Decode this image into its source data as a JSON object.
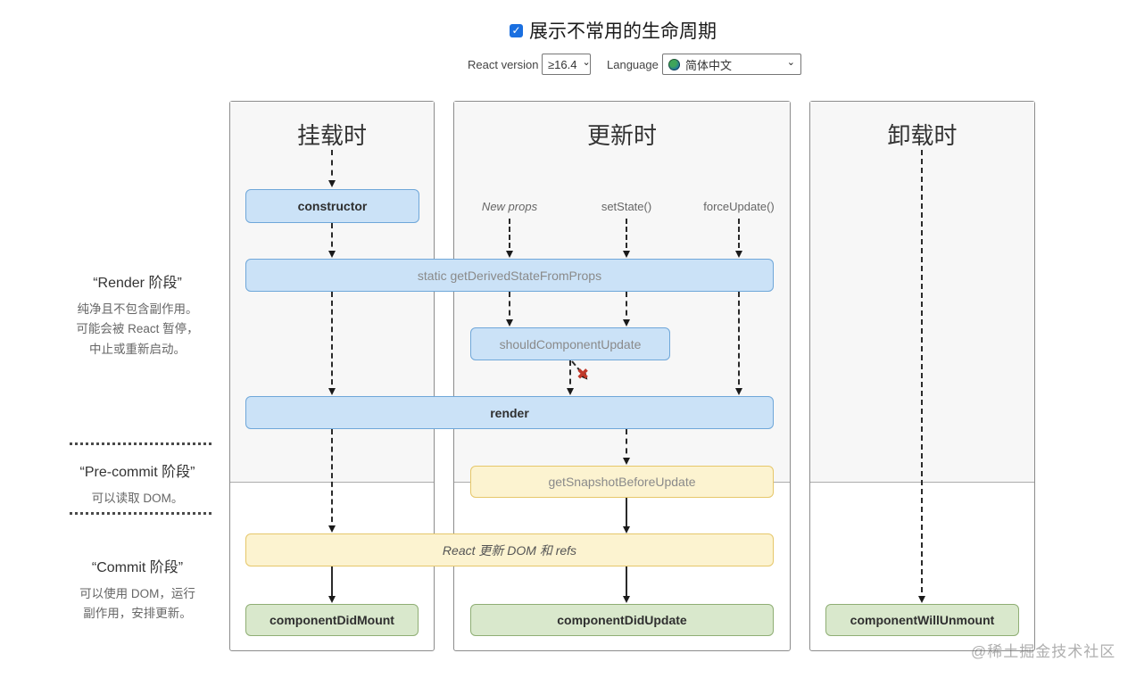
{
  "header": {
    "title": "展示不常用的生命周期",
    "checkbox_checked": true,
    "check_glyph": "✓",
    "react_version_label": "React version",
    "react_version_value": "≥16.4",
    "language_label": "Language",
    "language_value": "简体中文",
    "chevron_glyph": "⌄"
  },
  "sidebar": {
    "phases": [
      {
        "title": "“Render 阶段”",
        "lines": [
          "纯净且不包含副作用。",
          "可能会被 React 暂停，",
          "中止或重新启动。"
        ]
      },
      {
        "title": "“Pre-commit 阶段”",
        "lines": [
          "可以读取 DOM。"
        ]
      },
      {
        "title": "“Commit 阶段”",
        "lines": [
          "可以使用 DOM，运行",
          "副作用，安排更新。"
        ]
      }
    ]
  },
  "columns": {
    "mount": {
      "title": "挂载时"
    },
    "update": {
      "title": "更新时"
    },
    "unmount": {
      "title": "卸载时"
    }
  },
  "triggers": [
    "New props",
    "setState()",
    "forceUpdate()"
  ],
  "boxes": {
    "constructor": "constructor",
    "get_derived_state_from_props": "static getDerivedStateFromProps",
    "should_component_update": "shouldComponentUpdate",
    "render": "render",
    "get_snapshot_before_update": "getSnapshotBeforeUpdate",
    "react_updates_dom": "React 更新 DOM 和 refs",
    "component_did_mount": "componentDidMount",
    "component_did_update": "componentDidUpdate",
    "component_will_unmount": "componentWillUnmount"
  },
  "marks": {
    "skip_update": "✖"
  },
  "watermark": "@稀土掘金技术社区",
  "colors": {
    "blue_fill": "#cbe2f7",
    "blue_border": "#6fa7d9",
    "yellow_fill": "#fcf3d0",
    "yellow_border": "#e6c76a",
    "green_fill": "#d9e8cc",
    "green_border": "#8fae74",
    "checkbox_blue": "#1a6fe0",
    "skip_x_red": "#c0392b"
  }
}
